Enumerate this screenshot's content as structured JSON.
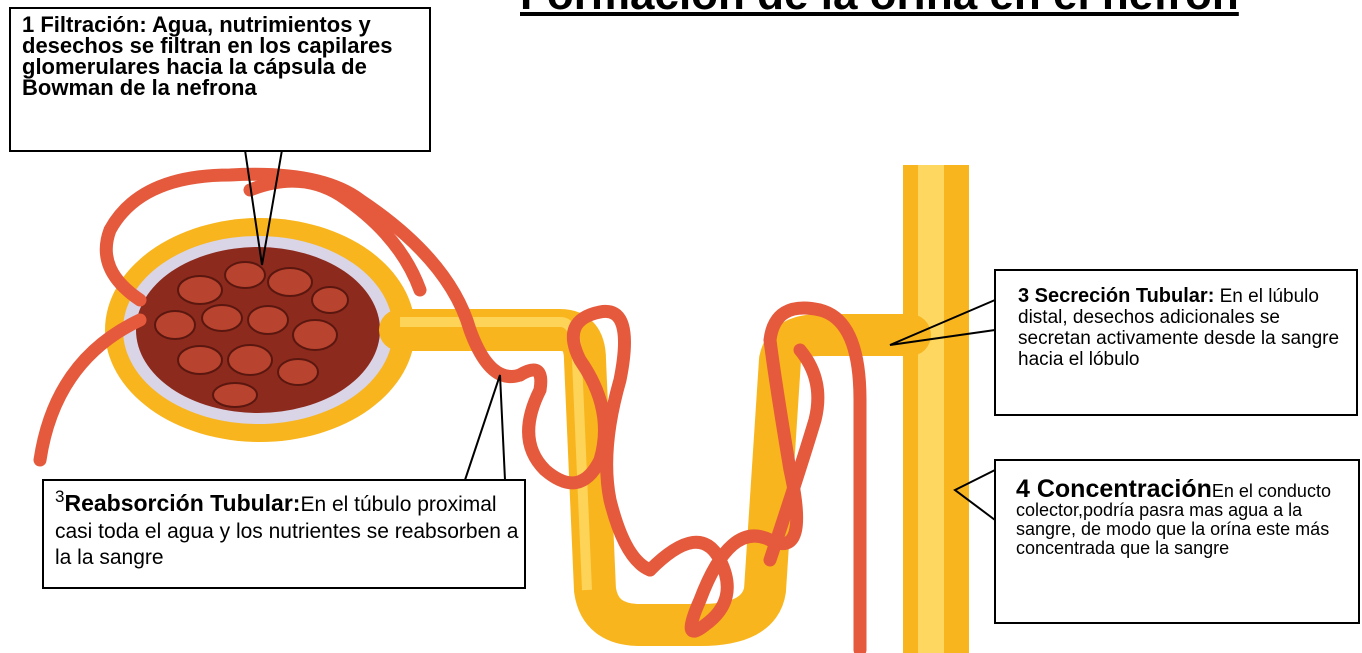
{
  "title": "Formación de la orina en el nefrón",
  "callouts": {
    "filtration": {
      "text": "1   Filtración: Agua, nutrimientos y desechos se filtran en los capilares glomerulares hacia la cápsula de Bowman de la nefrona"
    },
    "secretion": {
      "heading": "3 Secreción Tubular:",
      "body": " En el lúbulo distal, desechos adicionales se secretan activamente desde la sangre hacia el lóbulo"
    },
    "reabsorption": {
      "number": "3",
      "heading": "Reabsorción Tubular:",
      "body": "En el túbulo proximal casi toda el agua y los nutrientes se reabsorben a la la sangre"
    },
    "concentration": {
      "heading": "4 Concentración",
      "body": "En el conducto colector,podría pasra mas agua a la sangre, de modo que la orína este más concentrada que la sangre"
    }
  },
  "colors": {
    "tubule": "#f8b51e",
    "tubule_highlight": "#ffe070",
    "vessel": "#e55a3c",
    "vessel_dark": "#b8301f",
    "glomerulus": "#8c2a1d"
  }
}
